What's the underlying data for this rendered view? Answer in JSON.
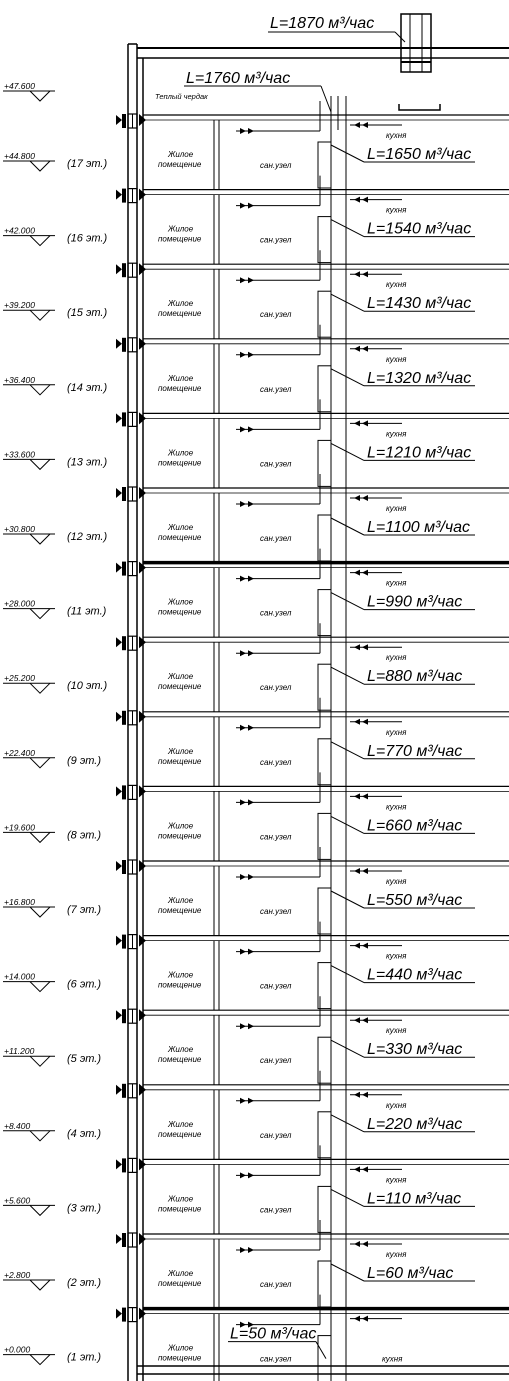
{
  "title_flow": "L=1870 м³/час",
  "attic_flow": "L=1760 м³/час",
  "attic_label": "Теплый чердак",
  "roof_elevation": "+47.600",
  "room_labels": {
    "living_line1": "Жилое",
    "living_line2": "помещение",
    "bathroom": "сан.узел",
    "kitchen": "кухня"
  },
  "floors": [
    {
      "elevation": "+44.800",
      "floor": "(17 эт.)",
      "flow": "L=1650 м³/час"
    },
    {
      "elevation": "+42.000",
      "floor": "(16 эт.)",
      "flow": "L=1540 м³/час"
    },
    {
      "elevation": "+39.200",
      "floor": "(15 эт.)",
      "flow": "L=1430 м³/час"
    },
    {
      "elevation": "+36.400",
      "floor": "(14 эт.)",
      "flow": "L=1320 м³/час"
    },
    {
      "elevation": "+33.600",
      "floor": "(13 эт.)",
      "flow": "L=1210 м³/час"
    },
    {
      "elevation": "+30.800",
      "floor": "(12 эт.)",
      "flow": "L=1100 м³/час"
    },
    {
      "elevation": "+28.000",
      "floor": "(11 эт.)",
      "flow": "L=990 м³/час"
    },
    {
      "elevation": "+25.200",
      "floor": "(10 эт.)",
      "flow": "L=880 м³/час"
    },
    {
      "elevation": "+22.400",
      "floor": "(9 эт.)",
      "flow": "L=770 м³/час"
    },
    {
      "elevation": "+19.600",
      "floor": "(8 эт.)",
      "flow": "L=660 м³/час"
    },
    {
      "elevation": "+16.800",
      "floor": "(7 эт.)",
      "flow": "L=550 м³/час"
    },
    {
      "elevation": "+14.000",
      "floor": "(6 эт.)",
      "flow": "L=440 м³/час"
    },
    {
      "elevation": "+11.200",
      "floor": "(5 эт.)",
      "flow": "L=330 м³/час"
    },
    {
      "elevation": "+8.400",
      "floor": "(4 эт.)",
      "flow": "L=220 м³/час"
    },
    {
      "elevation": "+5.600",
      "floor": "(3 эт.)",
      "flow": "L=110 м³/час"
    },
    {
      "elevation": "+2.800",
      "floor": "(2 эт.)",
      "flow": "L=60 м³/час"
    },
    {
      "elevation": "+0.000",
      "floor": "(1 эт.)",
      "flow": "L=50 м³/час"
    }
  ]
}
